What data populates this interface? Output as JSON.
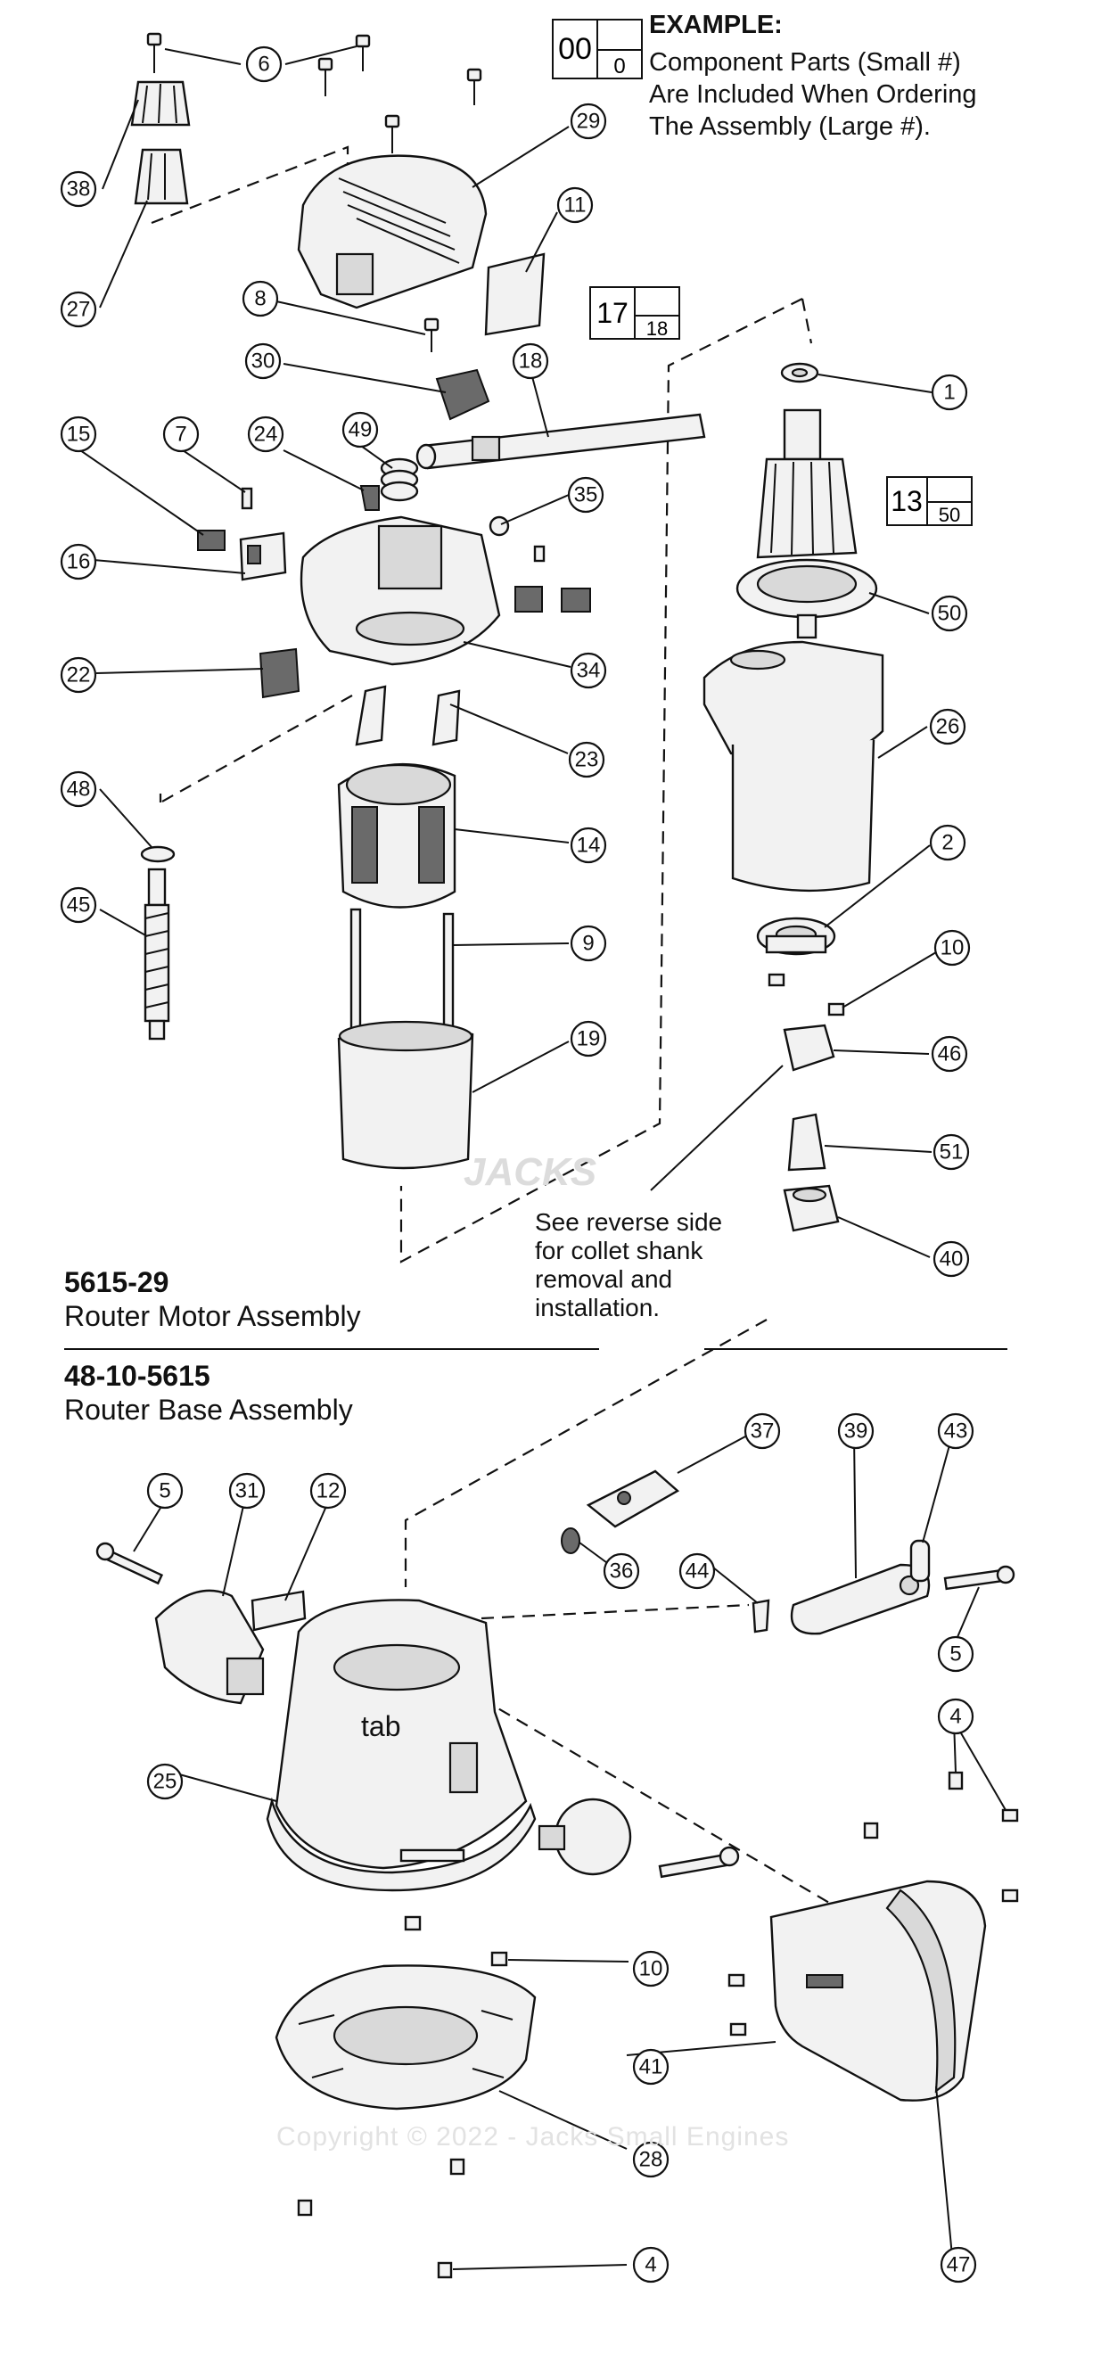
{
  "example": {
    "title": "EXAMPLE:",
    "lines": [
      "Component Parts (Small #)",
      "Are Included When Ordering",
      "The Assembly (Large #)."
    ],
    "box_large": "00",
    "box_small": "0"
  },
  "assembly_boxes": [
    {
      "large": "17",
      "small": "18"
    },
    {
      "large": "13",
      "small": "50"
    }
  ],
  "motor_assembly": {
    "number": "5615-29",
    "name": "Router Motor Assembly"
  },
  "base_assembly": {
    "number": "48-10-5615",
    "name": "Router Base Assembly"
  },
  "note": [
    "See reverse side",
    "for collet shank",
    "removal and",
    "installation."
  ],
  "tab_label": "tab",
  "watermark": "Copyright © 2022 - Jacks Small Engines",
  "logo_text": "JACKS",
  "callouts": [
    "6",
    "38",
    "27",
    "29",
    "11",
    "8",
    "30",
    "18",
    "1",
    "15",
    "7",
    "24",
    "49",
    "35",
    "13",
    "16",
    "50",
    "22",
    "34",
    "26",
    "23",
    "48",
    "14",
    "2",
    "45",
    "9",
    "10",
    "46",
    "19",
    "51",
    "40",
    "5",
    "31",
    "12",
    "37",
    "39",
    "43",
    "36",
    "44",
    "5",
    "4",
    "25",
    "10",
    "41",
    "28",
    "4",
    "47"
  ]
}
